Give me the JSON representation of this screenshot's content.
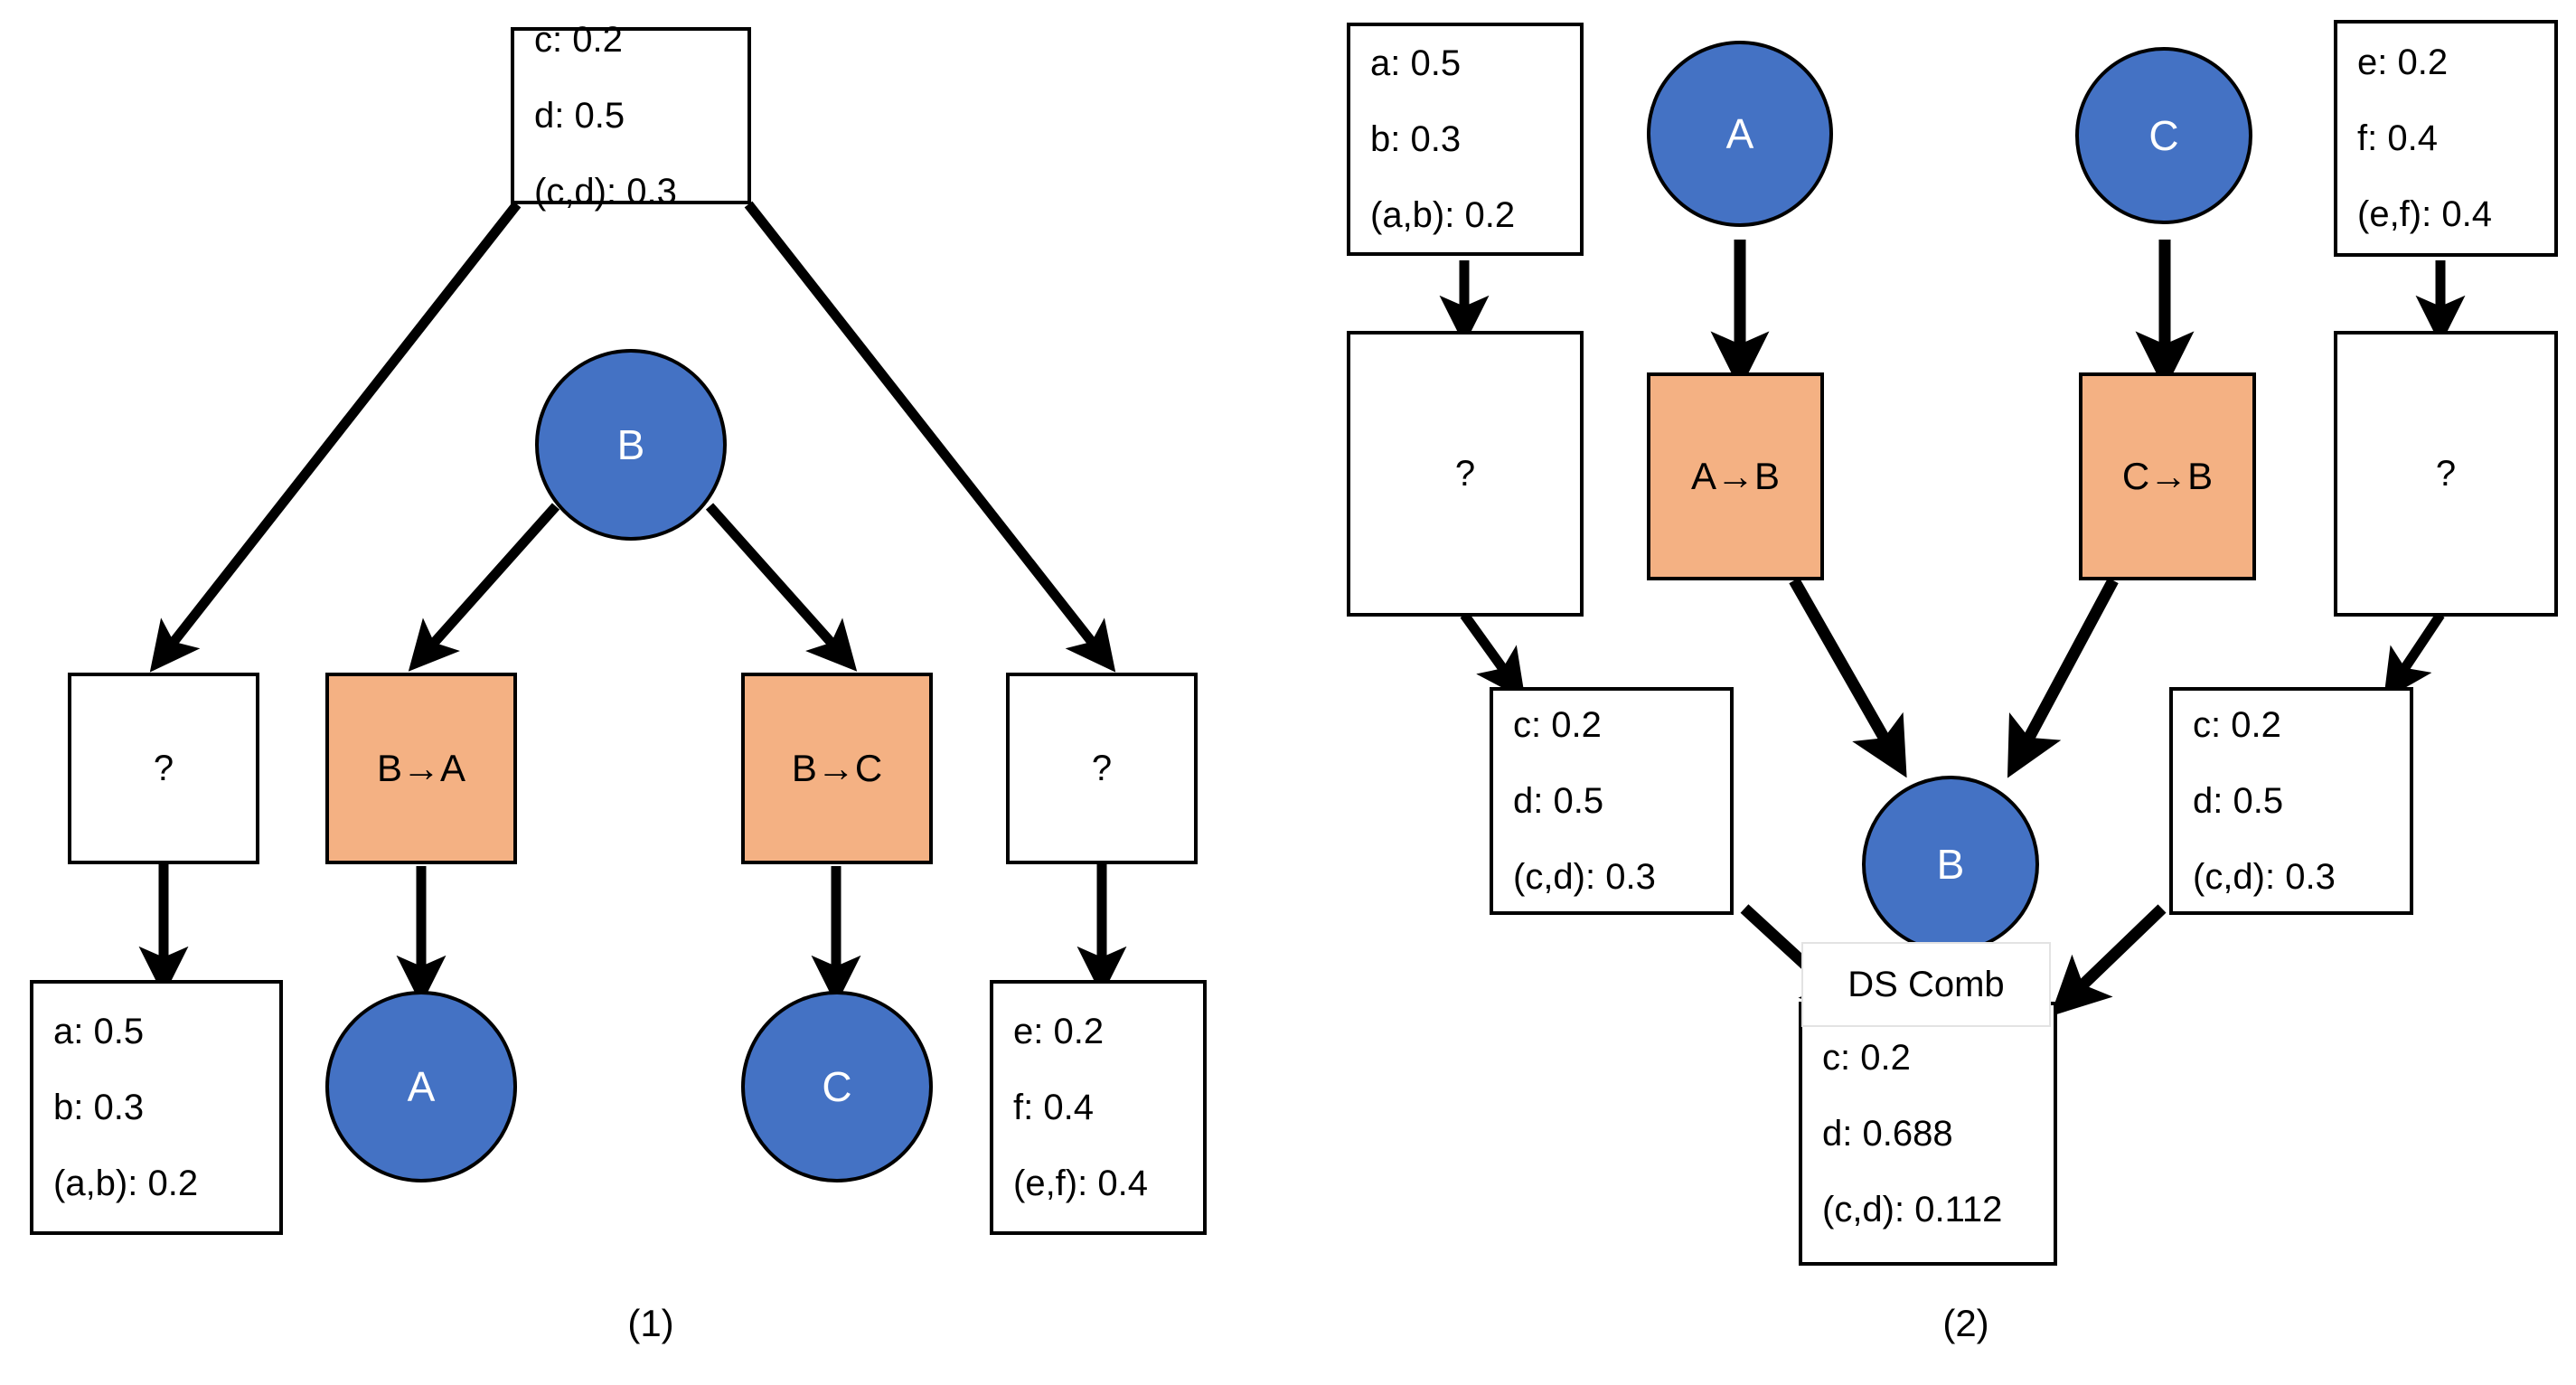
{
  "figure": {
    "panels": [
      {
        "id": "panel-1",
        "caption": "(1)",
        "nodes": {
          "root_evidence": {
            "lines": [
              "c: 0.2",
              "d: 0.5",
              "(c,d): 0.3"
            ]
          },
          "center_belief": {
            "label": "B"
          },
          "left_unknown": {
            "label": "?"
          },
          "rule_b_to_a": {
            "label": "B→A"
          },
          "rule_b_to_c": {
            "label": "B→C"
          },
          "right_unknown": {
            "label": "?"
          },
          "left_evidence": {
            "lines": [
              "a: 0.5",
              "b: 0.3",
              "(a,b): 0.2"
            ]
          },
          "belief_a": {
            "label": "A"
          },
          "belief_c": {
            "label": "C"
          },
          "right_evidence": {
            "lines": [
              "e: 0.2",
              "f: 0.4",
              "(e,f): 0.4"
            ]
          }
        }
      },
      {
        "id": "panel-2",
        "caption": "(2)",
        "nodes": {
          "left_evidence": {
            "lines": [
              "a: 0.5",
              "b: 0.3",
              "(a,b): 0.2"
            ]
          },
          "belief_a": {
            "label": "A"
          },
          "belief_c": {
            "label": "C"
          },
          "right_evidence": {
            "lines": [
              "e: 0.2",
              "f: 0.4",
              "(e,f): 0.4"
            ]
          },
          "left_unknown": {
            "label": "?"
          },
          "rule_a_to_b": {
            "label": "A→B"
          },
          "rule_c_to_b": {
            "label": "C→B"
          },
          "right_unknown": {
            "label": "?"
          },
          "left_result": {
            "lines": [
              "c: 0.2",
              "d: 0.5",
              "(c,d): 0.3"
            ]
          },
          "center_belief": {
            "label": "B"
          },
          "right_result": {
            "lines": [
              "c: 0.2",
              "d: 0.5",
              "(c,d): 0.3"
            ]
          },
          "combination_label": {
            "label": "DS Comb"
          },
          "combined_result": {
            "lines": [
              "c: 0.2",
              "d: 0.688",
              "(c,d): 0.112"
            ]
          }
        }
      }
    ]
  },
  "colors": {
    "belief_node_fill": "#4472C4",
    "rule_node_fill": "#F4B183",
    "outline": "#000000",
    "background": "#ffffff",
    "belief_node_text": "#ffffff"
  }
}
